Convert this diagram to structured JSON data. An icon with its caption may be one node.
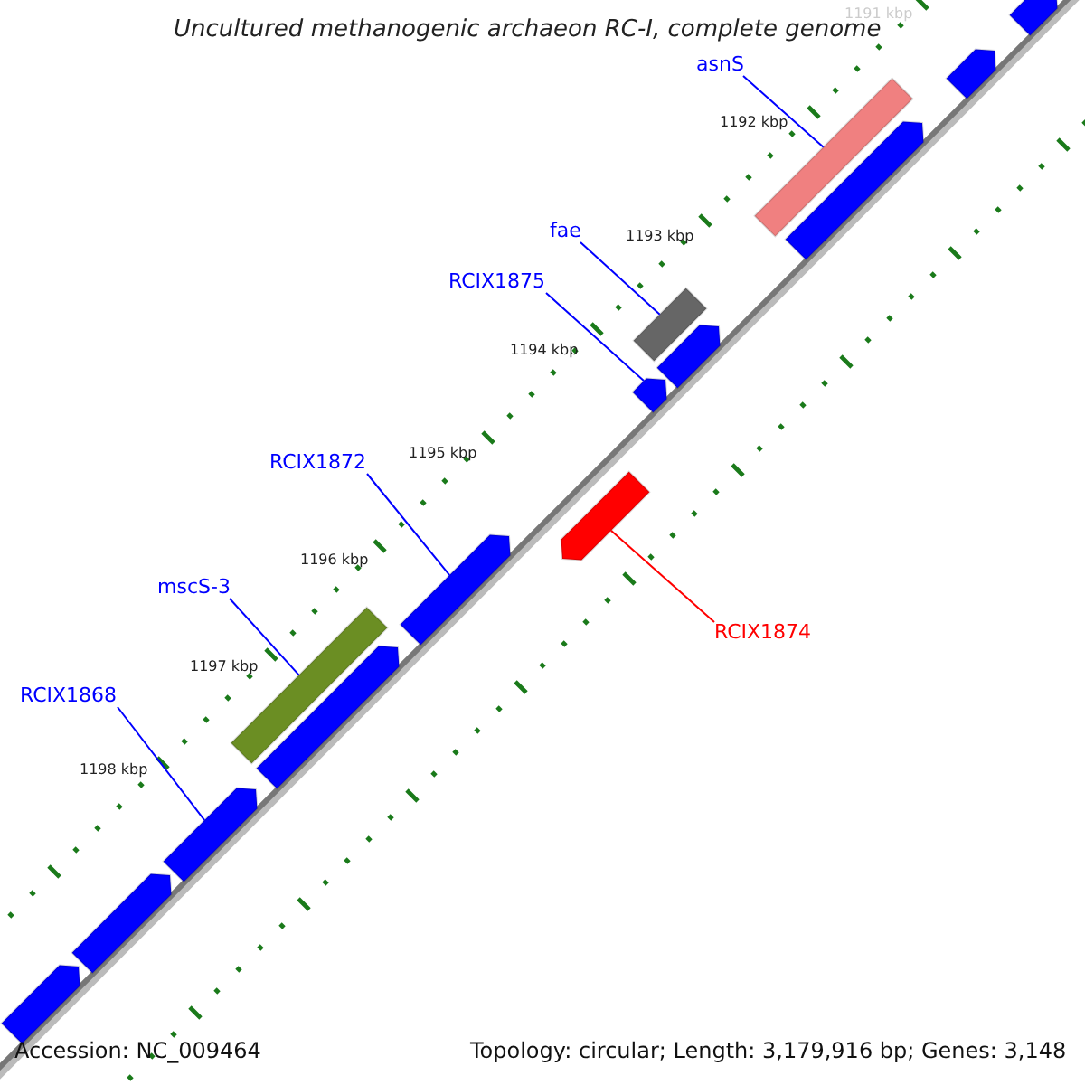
{
  "diagram": {
    "title": "Uncultured methanogenic archaeon RC-I, complete genome",
    "nodes": [
      {
        "text": [
          "asnS"
        ]
      },
      {
        "text": [
          "fae"
        ]
      },
      {
        "text": [
          "RCIX1875"
        ]
      },
      {
        "text": [
          "RCIX1872"
        ]
      },
      {
        "text": [
          "mscS-3"
        ]
      },
      {
        "text": [
          "RCIX1868"
        ]
      },
      {
        "text": [
          "RCIX1874"
        ]
      },
      {
        "text": [],
        "shape": "bar"
      },
      {
        "text": [],
        "shape": "bar"
      },
      {
        "text": [],
        "shape": "bar"
      },
      {
        "text": [],
        "shape": "bar"
      },
      {
        "text": [],
        "shape": "bar"
      },
      {
        "text": [],
        "shape": "bar"
      },
      {
        "text": [],
        "shape": "bar"
      },
      {
        "text": [],
        "shape": "bar"
      },
      {
        "text": [],
        "shape": "bar"
      },
      {
        "text": [],
        "shape": "bar"
      },
      {
        "text": [],
        "shape": "bar"
      },
      {
        "text": [],
        "shape": "bar"
      },
      {
        "text": [],
        "shape": "bar"
      },
      {
        "text": [],
        "shape": "bar"
      }
    ],
    "edges": [
      {
        "from": 0,
        "to": 9,
        "arrow": "none"
      },
      {
        "from": 1,
        "to": 11,
        "arrow": "none"
      },
      {
        "from": 2,
        "to": 13,
        "arrow": "none"
      },
      {
        "from": 3,
        "to": 14,
        "arrow": "none"
      },
      {
        "from": 4,
        "to": 16,
        "arrow": "none"
      },
      {
        "from": 5,
        "to": 18,
        "arrow": "none"
      },
      {
        "from": 6,
        "to": 15,
        "arrow": "none",
        "color": "#ff0000"
      }
    ],
    "labels": [
      "1191 kbp",
      "1192 kbp",
      "1193 kbp",
      "1194 kbp",
      "1195 kbp",
      "1196 kbp",
      "1197 kbp",
      "1198 kbp",
      "Accession: NC_009464",
      "Topology: circular; Length: 3,179,916 bp; Genes: 3,148"
    ]
  }
}
